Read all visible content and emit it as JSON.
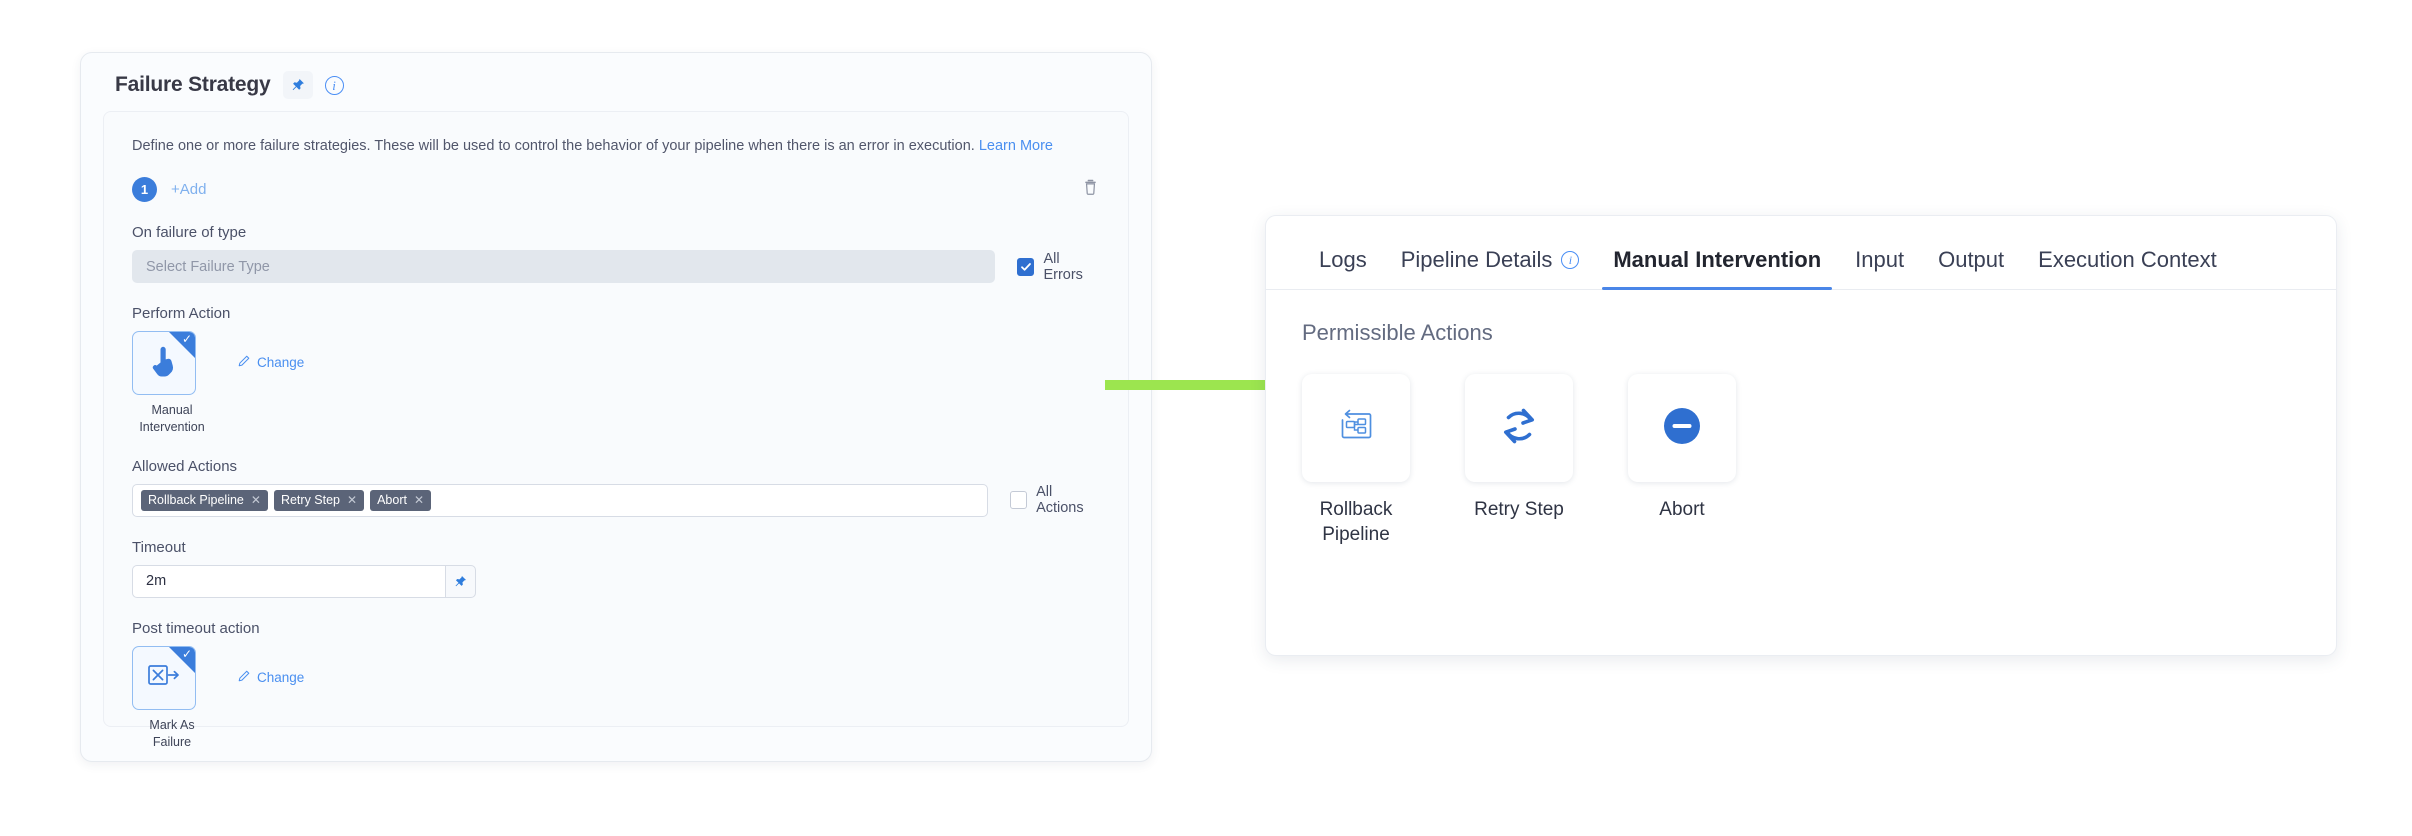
{
  "failure_strategy": {
    "title": "Failure Strategy",
    "pin_icon": "pushpin-icon",
    "info_icon": "info-icon",
    "description": "Define one or more failure strategies. These will be used to control the behavior of your pipeline when there is an error in execution.",
    "learn_more": "Learn More",
    "strategy_index": "1",
    "add_label": "+Add",
    "delete_icon": "trash-icon",
    "on_failure_of_type": {
      "label": "On failure of type",
      "placeholder": "Select Failure Type",
      "value": "",
      "checkbox_label": "All Errors",
      "checkbox_checked": true
    },
    "perform_action": {
      "label": "Perform Action",
      "tile_caption": "Manual Intervention",
      "tile_icon": "pointing-hand-icon",
      "selected": true,
      "change_label": "Change",
      "change_icon": "pencil-icon"
    },
    "allowed_actions": {
      "label": "Allowed Actions",
      "tags": [
        "Rollback Pipeline",
        "Retry Step",
        "Abort"
      ],
      "checkbox_label": "All Actions",
      "checkbox_checked": false
    },
    "timeout": {
      "label": "Timeout",
      "value": "2m",
      "pin_icon": "pushpin-icon"
    },
    "post_timeout_action": {
      "label": "Post timeout action",
      "tile_caption": "Mark As Failure",
      "tile_icon": "mark-as-failure-icon",
      "selected": true,
      "change_label": "Change",
      "change_icon": "pencil-icon"
    }
  },
  "connector": {
    "name": "green-arrow",
    "color": "#9ce54f"
  },
  "right_panel": {
    "tabs": [
      {
        "label": "Logs",
        "active": false,
        "has_info": false
      },
      {
        "label": "Pipeline Details",
        "active": false,
        "has_info": true
      },
      {
        "label": "Manual Intervention",
        "active": true,
        "has_info": false
      },
      {
        "label": "Input",
        "active": false,
        "has_info": false
      },
      {
        "label": "Output",
        "active": false,
        "has_info": false
      },
      {
        "label": "Execution Context",
        "active": false,
        "has_info": false
      }
    ],
    "section_title": "Permissible Actions",
    "actions": [
      {
        "label": "Rollback Pipeline",
        "icon": "rollback-pipeline-icon"
      },
      {
        "label": "Retry Step",
        "icon": "retry-icon"
      },
      {
        "label": "Abort",
        "icon": "abort-icon"
      }
    ]
  },
  "colors": {
    "accent_blue": "#3b7ddb",
    "tab_underline": "#4a86e8",
    "tag_bg": "#5b6478",
    "arrow_green": "#9ce54f"
  }
}
